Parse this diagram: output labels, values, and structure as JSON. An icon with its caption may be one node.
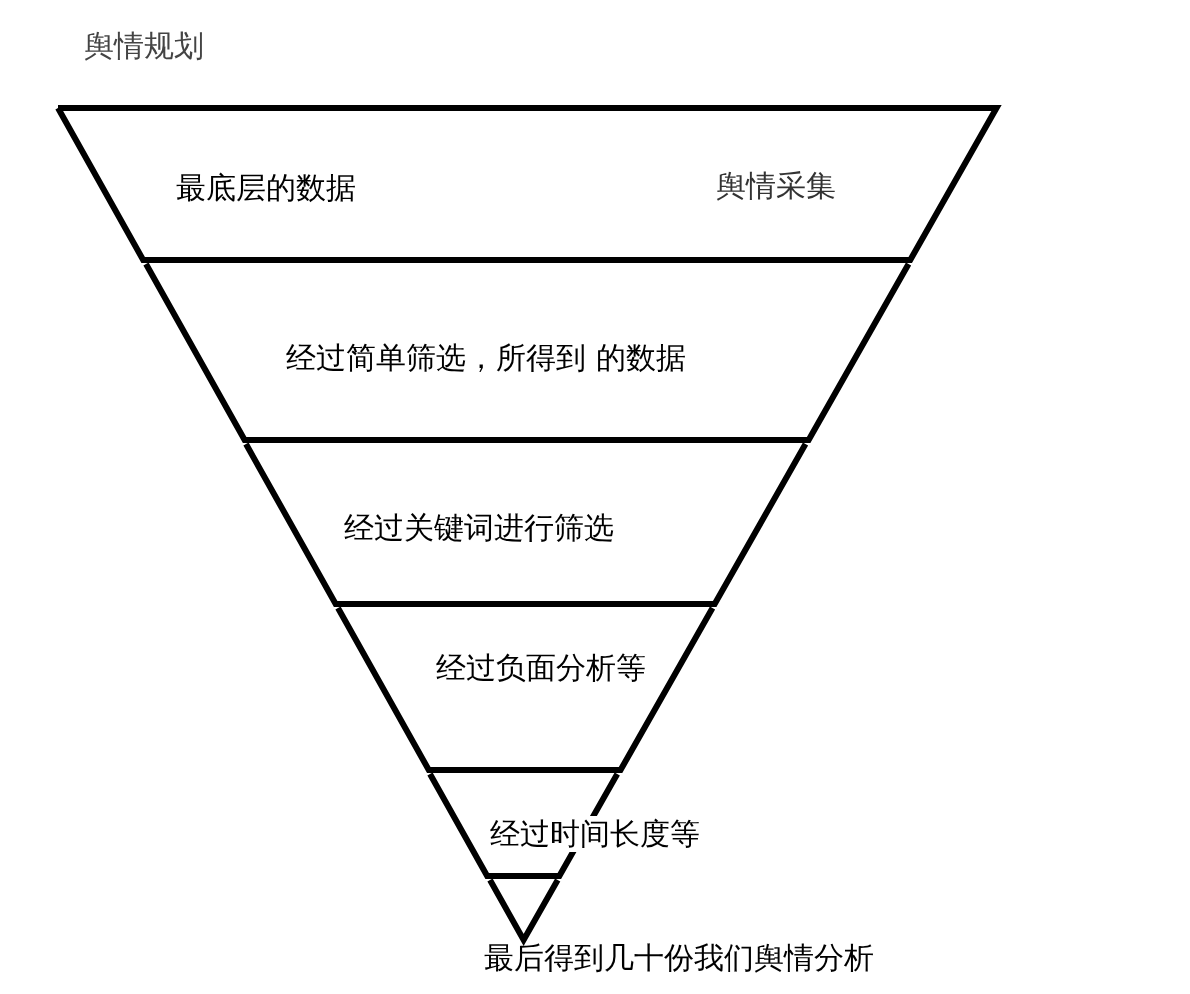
{
  "diagram": {
    "title": "舆情规划",
    "nodes": [
      {
        "text": [
          "最底层的数据",
          "舆情采集"
        ]
      },
      {
        "text": [
          "经过简单筛选，所得到 的数据"
        ]
      },
      {
        "text": [
          "经过关键词进行筛选"
        ]
      },
      {
        "text": [
          "经过负面分析等"
        ]
      },
      {
        "text": [
          "经过时间长度等"
        ]
      },
      {
        "text": [],
        "shape": "triangle",
        "beside": [
          "最后得到几十份我们舆情分析"
        ]
      }
    ]
  }
}
